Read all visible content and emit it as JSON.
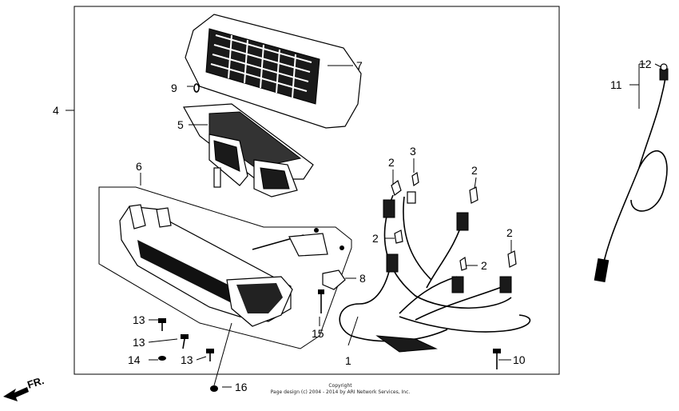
{
  "diagram": {
    "callouts": {
      "c1": "1",
      "c2a": "2",
      "c2b": "2",
      "c2c": "2",
      "c2d": "2",
      "c2e": "2",
      "c3": "3",
      "c4": "4",
      "c5": "5",
      "c6": "6",
      "c7": "7",
      "c8": "8",
      "c9": "9",
      "c10": "10",
      "c11": "11",
      "c12": "12",
      "c13a": "13",
      "c13b": "13",
      "c13c": "13",
      "c14": "14",
      "c15": "15",
      "c16": "16"
    },
    "direction_label": "FR.",
    "copyright_line1": "Copyright",
    "copyright_line2": "Page design (c) 2004 - 2014 by ARI Network Services, Inc."
  }
}
